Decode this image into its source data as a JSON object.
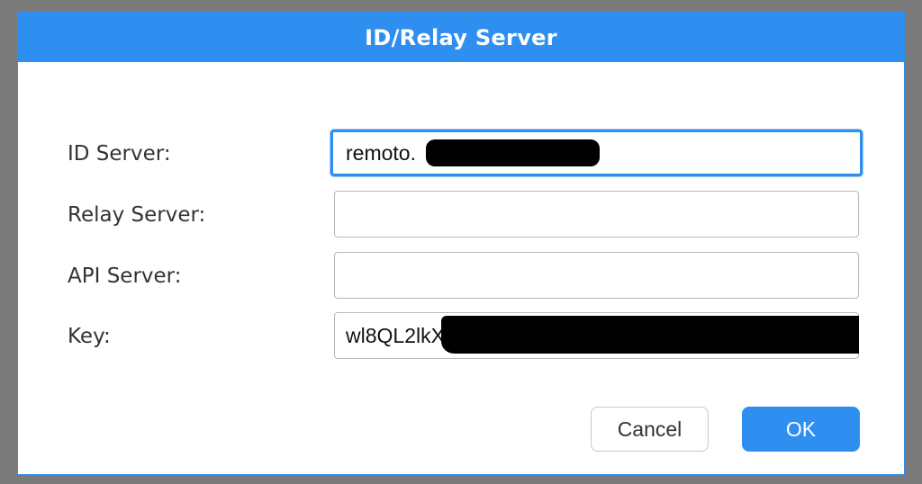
{
  "dialog": {
    "title": "ID/Relay Server"
  },
  "fields": {
    "id_server": {
      "label": "ID Server:",
      "value": "remoto."
    },
    "relay_server": {
      "label": "Relay Server:",
      "value": ""
    },
    "api_server": {
      "label": "API Server:",
      "value": ""
    },
    "key": {
      "label": "Key:",
      "value": "wl8QL2lkX"
    }
  },
  "buttons": {
    "cancel": "Cancel",
    "ok": "OK"
  },
  "colors": {
    "accent": "#2f8ff0",
    "backdrop": "#7a7a7a"
  }
}
